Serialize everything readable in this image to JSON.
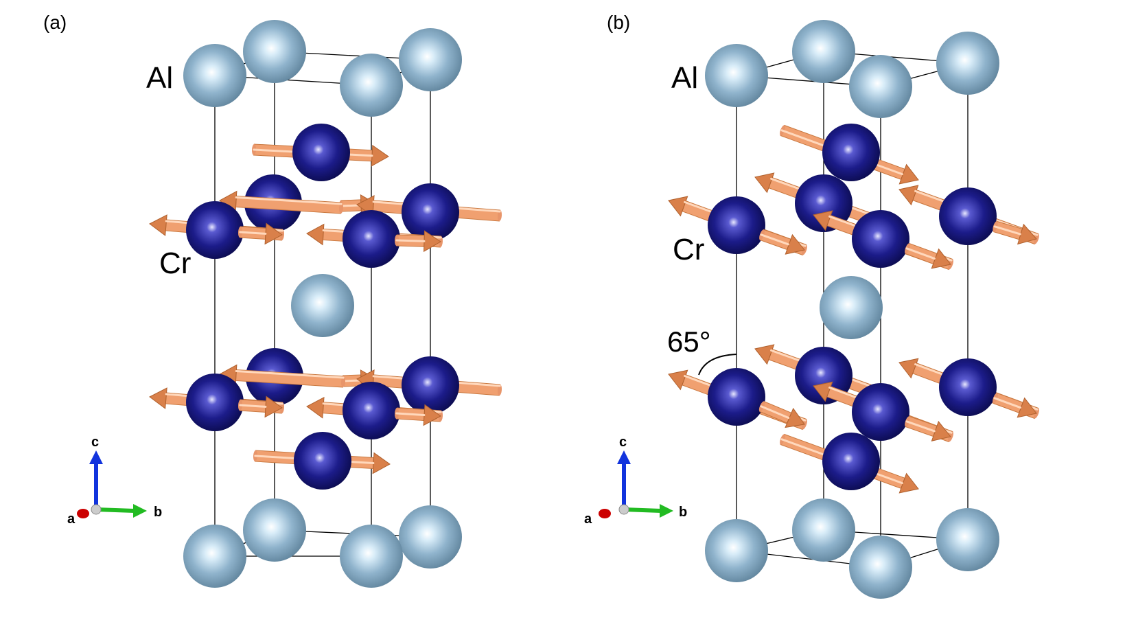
{
  "panels": [
    {
      "panel_label": "(a)",
      "labels": {
        "al": "Al",
        "cr": "Cr"
      },
      "axes": {
        "c": "c",
        "a": "a",
        "b": "b"
      },
      "angle_label": "",
      "moment_orientation": "in-plane, antiparallel pairs along b"
    },
    {
      "panel_label": "(b)",
      "labels": {
        "al": "Al",
        "cr": "Cr"
      },
      "axes": {
        "c": "c",
        "a": "a",
        "b": "b"
      },
      "angle_label": "65°",
      "moment_orientation": "canted 65° from c, antiparallel pairs"
    }
  ],
  "colors": {
    "al_atom": "#8fb3cc",
    "cr_atom": "#1c1c8a",
    "moment_arrow": "#f0a070",
    "cell_edge": "#000000",
    "axis_a": "#cc0000",
    "axis_b": "#22bb22",
    "axis_c": "#1133dd"
  }
}
